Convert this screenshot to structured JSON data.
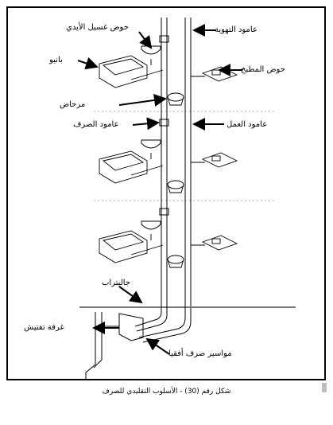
{
  "labels": {
    "handwash_basin": "حوض غسيل الأيدي",
    "vent_stack": "عامود التهوية",
    "bathtub": "بانيو",
    "kitchen_sink": "حوض المطبخ",
    "toilet": "مرحاض",
    "drain_stack": "عامود الصرف",
    "soil_stack": "عامود العمل",
    "gully_trap": "جاليتراب",
    "inspection_chamber": "غرفة تفتيش",
    "underground_pipes": "مواسير صرف أفقيا"
  },
  "caption": "شكل رقم (30) - الأسلوب التقليدي للصرف",
  "colors": {
    "line": "#000000",
    "frame": "#000000",
    "ground": "#7a7a7a"
  }
}
